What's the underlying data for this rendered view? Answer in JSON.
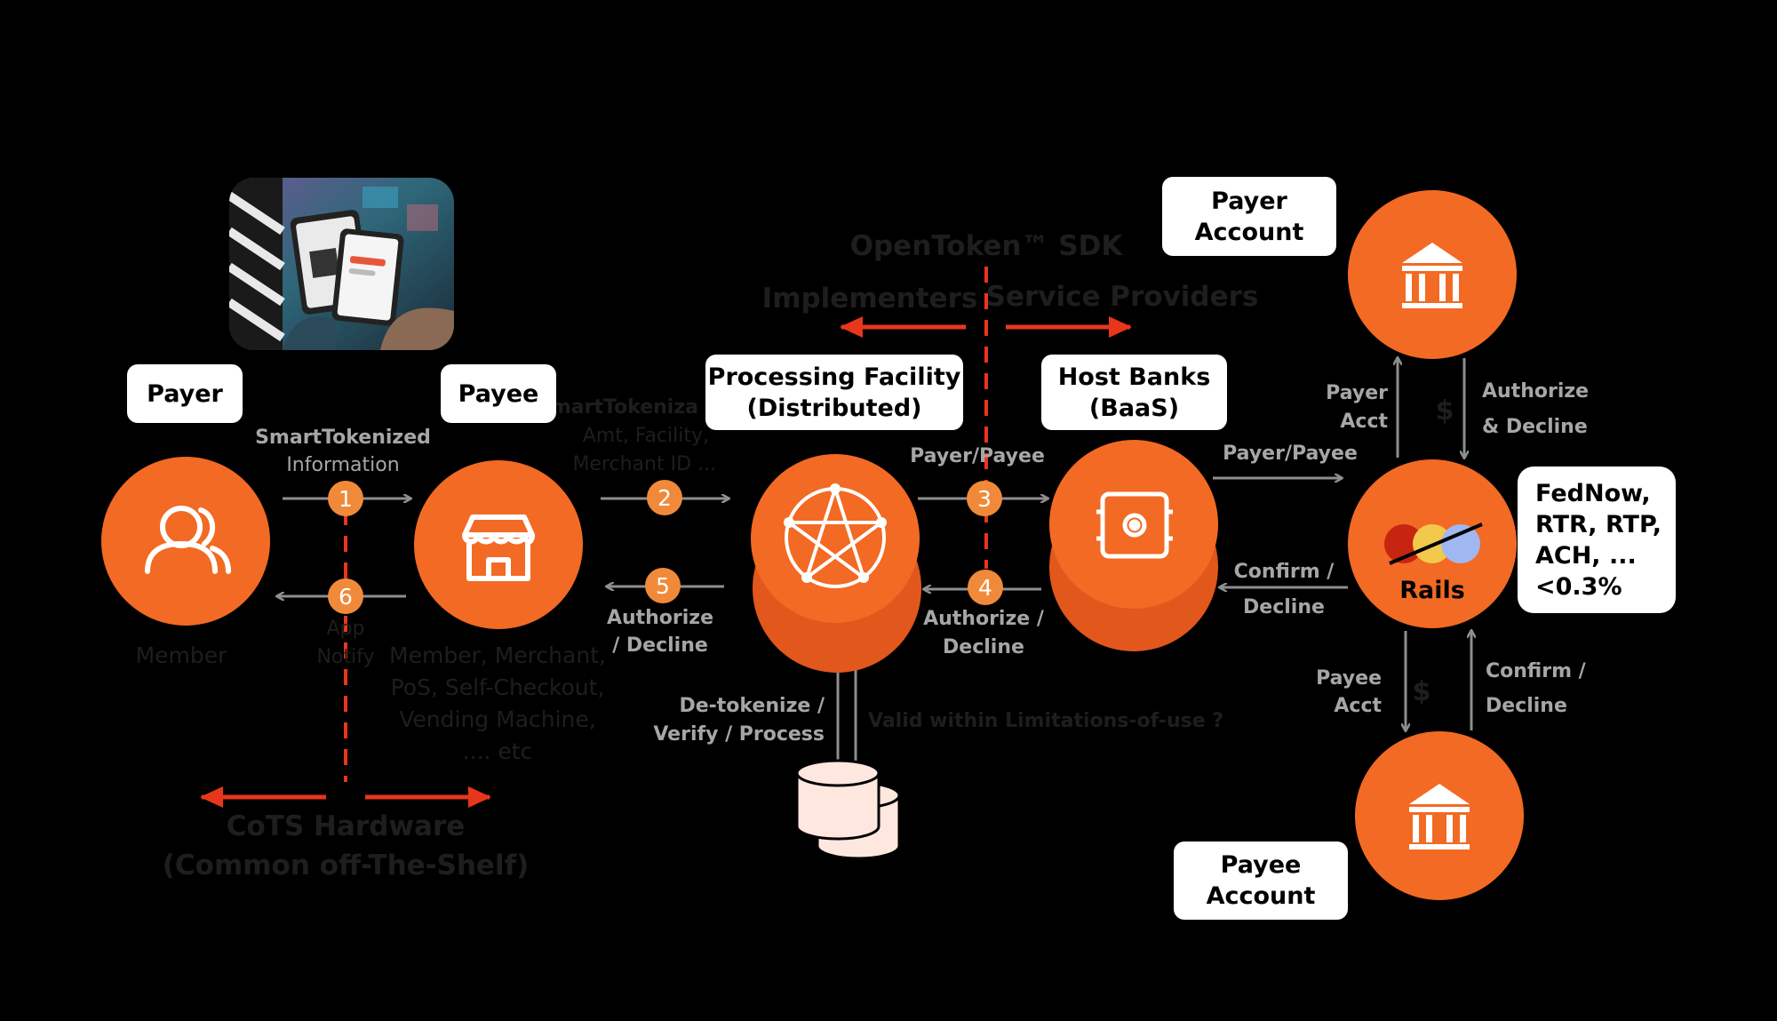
{
  "colors": {
    "background": "#000000",
    "node_orange": "#f26a23",
    "node_shadow": "#e2571c",
    "step_badge": "#f08a3a",
    "red_accent": "#e8361c",
    "arrow_gray": "#8e8e8e",
    "muted_text": "#1e1e1e",
    "flow_text": "#a6a6a6",
    "database_fill": "#fde7df"
  },
  "labels": {
    "payer": "Payer",
    "payee": "Payee",
    "processing_facility": [
      "Processing Facility",
      "(Distributed)"
    ],
    "host_banks": [
      "Host Banks",
      "(BaaS)"
    ],
    "payer_account": [
      "Payer",
      "Account"
    ],
    "payee_account": [
      "Payee",
      "Account"
    ],
    "fednow": [
      "FedNow,",
      "RTR, RTP,",
      "ACH, ...",
      "<0.3%"
    ]
  },
  "nodes": {
    "member": {
      "icon": "users-icon",
      "caption": "Member"
    },
    "payee_store": {
      "icon": "storefront-icon",
      "caption": [
        "Member, Merchant,",
        "PoS, Self-Checkout,",
        "Vending Machine,",
        ".... etc"
      ]
    },
    "processing": {
      "icon": "network-star-icon"
    },
    "host_banks": {
      "icon": "server-gear-icon"
    },
    "rails": {
      "icon": "overlapping-circles-icon",
      "label": "Rails"
    },
    "payer_bank": {
      "icon": "bank-icon"
    },
    "payee_bank": {
      "icon": "bank-icon"
    }
  },
  "flows": {
    "step1": {
      "number": "1",
      "label": [
        "SmartTokenized",
        "Information"
      ]
    },
    "step2": {
      "number": "2",
      "label": [
        "SmartTokeniza",
        "Amt, Facility,",
        "Merchant ID ..."
      ]
    },
    "step3": {
      "number": "3",
      "label": "Payer/Payee"
    },
    "step4": {
      "number": "4",
      "label": [
        "Authorize /",
        "Decline"
      ]
    },
    "step5": {
      "number": "5",
      "label": [
        "Authorize",
        "/ Decline"
      ]
    },
    "step6": {
      "number": "6",
      "label": [
        "App",
        "Notify"
      ]
    },
    "hostbank_to_rails": "Payer/Payee",
    "rails_to_hostbank": [
      "Confirm /",
      "Decline"
    ],
    "rails_to_payer_bank": [
      "Payer",
      "Acct"
    ],
    "payer_bank_to_rails": [
      "Authorize",
      "& Decline"
    ],
    "rails_to_payee_bank": [
      "Payee",
      "Acct"
    ],
    "payee_bank_to_rails": [
      "Confirm /",
      "Decline"
    ],
    "dollar": "$",
    "detokenize": [
      "De-tokenize /",
      "Verify / Process"
    ],
    "valid": "Valid within Limitations-of-use ?"
  },
  "sdk": {
    "title": "OpenToken™ SDK",
    "left": "Implementers",
    "right": "Service Providers"
  },
  "cots": [
    "CoTS Hardware",
    "(Common off-The-Shelf)"
  ],
  "photo": {
    "icon": "phone-payment-photo"
  }
}
